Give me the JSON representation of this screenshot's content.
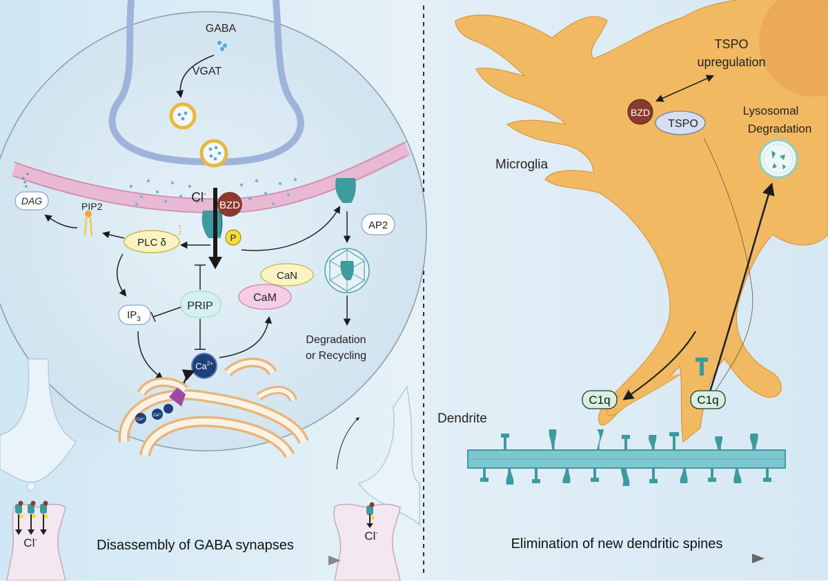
{
  "left_panel": {
    "gaba": "GABA",
    "vgat": "VGAT",
    "chloride": "Cl",
    "chloride_sup": "-",
    "bzd": "BZD",
    "phospho": "P",
    "dag": "DAG",
    "pip2": "PIP2",
    "plc": "PLC δ",
    "ap2": "AP2",
    "prip": "PRIP",
    "ip3": "IP",
    "ip3_sub": "3",
    "can": "CaN",
    "cam": "CaM",
    "calcium": "Ca",
    "calcium_sup": "2+",
    "calcium_small": "Ca²⁺",
    "degradation_line1": "Degradation",
    "degradation_line2": "or Recycling",
    "caption": "Disassembly of GABA synapses"
  },
  "right_panel": {
    "tspo_up_line1": "TSPO",
    "tspo_up_line2": "upregulation",
    "bzd": "BZD",
    "tspo": "TSPO",
    "lyso_line1": "Lysosomal",
    "lyso_line2": "Degradation",
    "microglia": "Microglia",
    "c1q_left": "C1q",
    "c1q_right": "C1q",
    "dendrite": "Dendrite",
    "caption": "Elimination of new dendritic spines"
  },
  "colors": {
    "background": "#dcedf7",
    "membrane_pink": "#e9b8d3",
    "receptor_teal": "#3d9a9f",
    "microglia_orange": "#f2b963",
    "bzd_brown": "#8a3a2e",
    "vesicle_gold": "#e8b83b",
    "calcium_navy": "#1f3e7a"
  }
}
